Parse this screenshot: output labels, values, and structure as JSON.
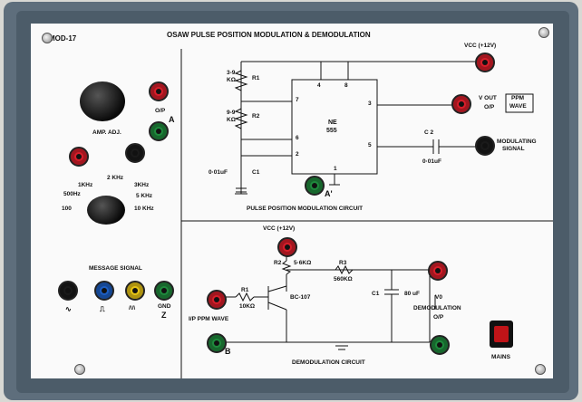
{
  "panel": {
    "model": "MOD-17",
    "title": "OSAW PULSE POSITION MODULATION & DEMODULATION"
  },
  "left": {
    "op_label": "O/P",
    "op_marker": "A",
    "amp_label": "AMP. ADJ.",
    "freqs": {
      "f1": "1KHz",
      "f2": "2 KHz",
      "f3": "3KHz",
      "f500": "500Hz",
      "f5k": "5 KHz",
      "f100": "100",
      "f10k": "10 KHz"
    },
    "message_signal": "MESSAGE SIGNAL",
    "jack_labels": [
      "∿",
      "⎍",
      "/\\/\\",
      "GND"
    ],
    "gnd_marker": "Z"
  },
  "ppm_circuit": {
    "caption": "PULSE POSITION MODULATION CIRCUIT",
    "vcc": "VCC (+12V)",
    "r1_value": "3-9",
    "r1_unit": "KΩ",
    "r1_name": "R1",
    "r2_value": "9-9",
    "r2_unit": "KΩ",
    "r2_name": "R2",
    "c1": "0·01uF",
    "c1_name": "C1",
    "ic_name": "NE",
    "ic_num": "555",
    "pins": {
      "p1": "1",
      "p2": "2",
      "p3": "3",
      "p4": "4",
      "p5": "5",
      "p6": "6",
      "p7": "7",
      "p8": "8"
    },
    "vout": "V OUT",
    "vout_op": "O/P",
    "ppm_box1": "PPM",
    "ppm_box2": "WAVE",
    "c2": "C 2",
    "c2_value": "0·01uF",
    "modulating1": "MODULATING",
    "modulating2": "SIGNAL",
    "a_marker": "A'"
  },
  "demod_circuit": {
    "caption": "DEMODULATION CIRCUIT",
    "vcc": "VCC (+12V)",
    "r2_name": "R2",
    "r2_value": "5·6KΩ",
    "r3_name": "R3",
    "r3_value": "560KΩ",
    "r1_name": "R1",
    "r1_value": "10KΩ",
    "transistor": "BC-107",
    "c1_name": "C1",
    "c1_value": "80 uF",
    "vo": "V0",
    "demod_label": "DEMODULATION",
    "demod_op": "O/P",
    "input_label": "I/P PPM WAVE",
    "b_marker": "B",
    "mains": "MAINS"
  }
}
